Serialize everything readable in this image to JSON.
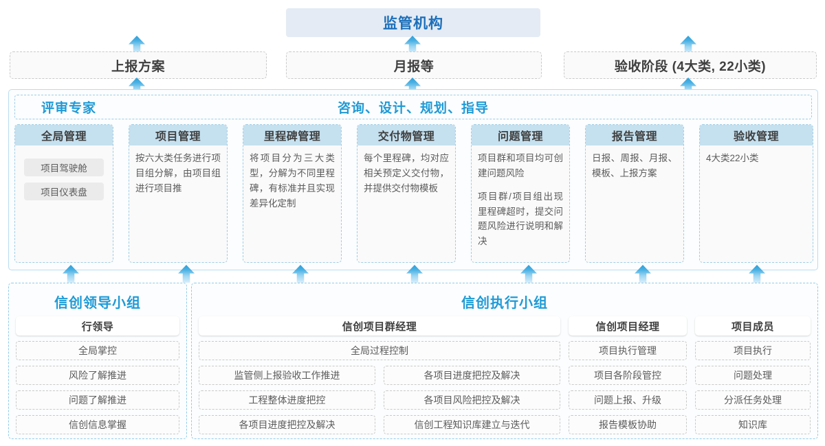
{
  "top": {
    "regulator": "监管机构",
    "reports": [
      {
        "label": "上报方案"
      },
      {
        "label": "月报等"
      },
      {
        "label": "验收阶段 (4大类, 22小类)"
      }
    ]
  },
  "middle": {
    "left_label": "评审专家",
    "center_label": "咨询、设计、规划、指导",
    "cards": [
      {
        "title": "全局管理",
        "text": "",
        "pills": [
          "项目驾驶舱",
          "项目仪表盘"
        ]
      },
      {
        "title": "项目管理",
        "text": "按六大类任务进行项目组分解，由项目组进行项目推",
        "pills": []
      },
      {
        "title": "里程碑管理",
        "text": "将项目分为三大类型，分解为不同里程碑，有标准并且实现差异化定制",
        "pills": []
      },
      {
        "title": "交付物管理",
        "text": "每个里程碑，均对应相关预定义交付物，并提供交付物模板",
        "pills": []
      },
      {
        "title": "问题管理",
        "text": "项目群和项目均可创建问题风险",
        "text2": "项目群/项目组出现里程碑超时，提交问题风险进行说明和解决",
        "pills": []
      },
      {
        "title": "报告管理",
        "text": "日报、周报、月报、模板、上报方案",
        "pills": []
      },
      {
        "title": "验收管理",
        "text": "4大类22小类",
        "pills": []
      }
    ]
  },
  "bottom": {
    "left_group": {
      "title": "信创领导小组",
      "columns": [
        {
          "role": "行领导",
          "tasks": [
            "全局掌控",
            "风险了解推进",
            "问题了解推进",
            "信创信息掌握"
          ]
        }
      ]
    },
    "right_group": {
      "title": "信创执行小组",
      "program_manager": {
        "role": "信创项目群经理",
        "wide_task": "全局过程控制",
        "task_rows": [
          [
            "监管侧上报验收工作推进",
            "各项目进度把控及解决"
          ],
          [
            "工程整体进度把控",
            "各项目风险把控及解决"
          ],
          [
            "各项目进度把控及解决",
            "信创工程知识库建立与迭代"
          ]
        ]
      },
      "project_manager": {
        "role": "信创项目经理",
        "tasks": [
          "项目执行管理",
          "项目各阶段管控",
          "问题上报、升级",
          "报告模板协助"
        ]
      },
      "member": {
        "role": "项目成员",
        "tasks": [
          "项目执行",
          "问题处理",
          "分派任务处理",
          "知识库"
        ]
      }
    }
  },
  "arrows": {
    "to_regulator": [
      199,
      600,
      1001
    ],
    "to_middle": [
      126,
      272,
      420,
      568,
      716,
      864,
      1012
    ]
  },
  "colors": {
    "accent": "#1f9ad6",
    "regulator_bg": "#e4ebf4",
    "regulator_text": "#1c6fba",
    "card_header_bg": "#c5e0ef",
    "panel_border": "#b9dcf0",
    "pill_bg": "#ebebeb",
    "dashed_border": "#c9c9c9"
  }
}
